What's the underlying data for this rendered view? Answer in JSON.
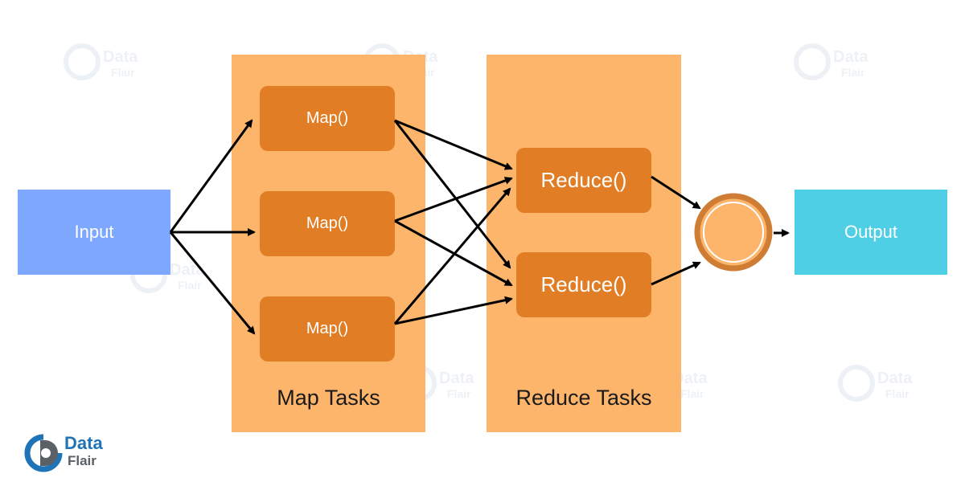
{
  "input": {
    "label": "Input",
    "color": "#7ea8ff"
  },
  "output": {
    "label": "Output",
    "color": "#4ecfe6"
  },
  "map_tasks": {
    "label": "Map Tasks",
    "items": [
      {
        "label": "Map()"
      },
      {
        "label": "Map()"
      },
      {
        "label": "Map()"
      }
    ]
  },
  "reduce_tasks": {
    "label": "Reduce Tasks",
    "items": [
      {
        "label": "Reduce()"
      },
      {
        "label": "Reduce()"
      }
    ]
  },
  "logo": {
    "line1": "Data",
    "line2": "Flair"
  },
  "colors": {
    "panel": "#fdb46b",
    "task_box": "#e17d25",
    "merge_ring": "#cf7d35",
    "logo_primary": "#1f73b7"
  }
}
